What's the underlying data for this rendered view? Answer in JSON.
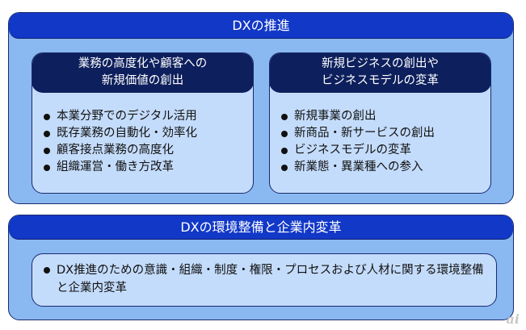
{
  "top_section": {
    "title": "DXの推進",
    "left_card": {
      "heading_line1": "業務の高度化や顧客への",
      "heading_line2": "新規価値の創出",
      "items": [
        "本業分野でのデジタル活用",
        "既存業務の自動化・効率化",
        "顧客接点業務の高度化",
        "組織運営・働き方改革"
      ]
    },
    "right_card": {
      "heading_line1": "新規ビジネスの創出や",
      "heading_line2": "ビジネスモデルの変革",
      "items": [
        "新規事業の創出",
        "新商品・新サービスの創出",
        "ビジネスモデルの変革",
        "新業態・異業種への参入"
      ]
    }
  },
  "bottom_section": {
    "title": "DXの環境整備と企業内変革",
    "item": "DX推進のための意識・組織・制度・権限・プロセスおよび人材に関する環境整備と企業内変革"
  },
  "watermark": "ai",
  "colors": {
    "title_bar": "#1238c8",
    "card_heading": "#0d1f5c",
    "outer_fill": "#8ab8f0",
    "card_fill": "#c4dcfb"
  }
}
